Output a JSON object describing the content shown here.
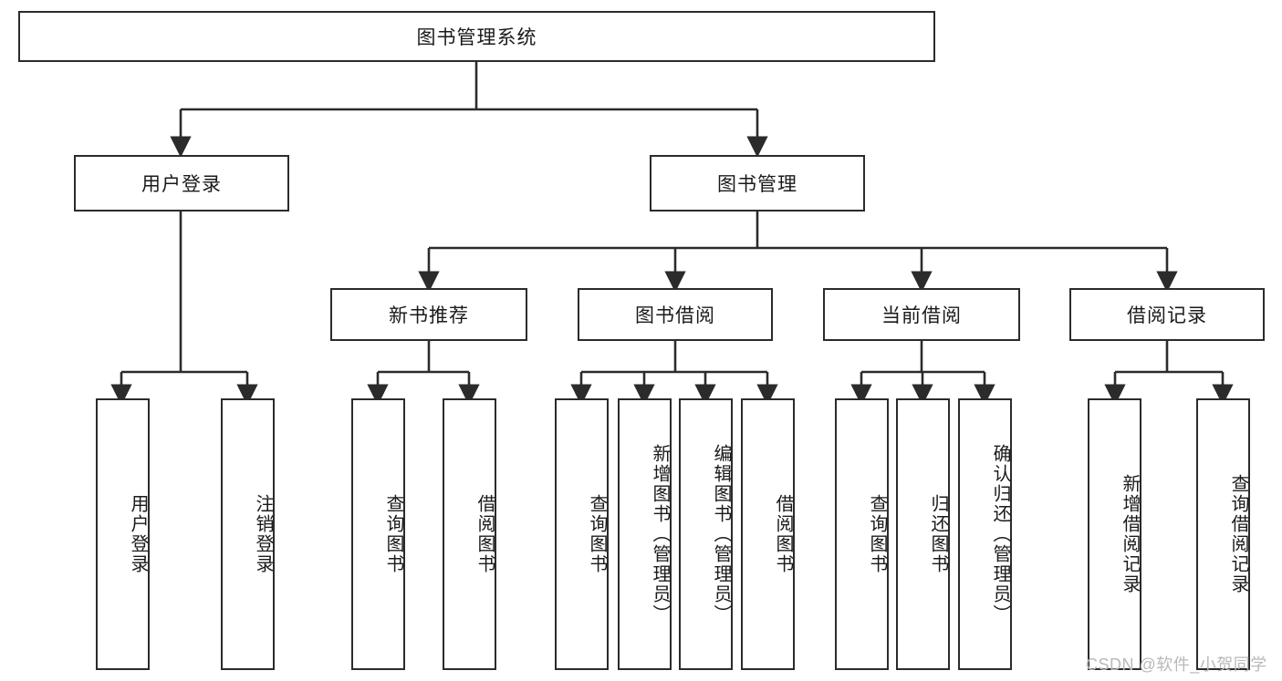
{
  "diagram": {
    "title": "图书管理系统",
    "type": "hierarchy-tree",
    "watermark": "CSDN @软件_小贺同学",
    "colors": {
      "box_border": "#2b2b2b",
      "box_fill": "#ffffff",
      "connector": "#2b2b2b",
      "text": "#1a1a1a",
      "watermark": "#b9b9b9"
    },
    "levels": [
      {
        "level": 1,
        "nodes": [
          {
            "id": "root",
            "label": "图书管理系统",
            "orientation": "horizontal"
          }
        ]
      },
      {
        "level": 2,
        "nodes": [
          {
            "id": "user-login",
            "label": "用户登录",
            "orientation": "horizontal",
            "parent": "root"
          },
          {
            "id": "book-manage",
            "label": "图书管理",
            "orientation": "horizontal",
            "parent": "root"
          }
        ]
      },
      {
        "level": 3,
        "nodes": [
          {
            "id": "new-book-rec",
            "label": "新书推荐",
            "orientation": "horizontal",
            "parent": "book-manage"
          },
          {
            "id": "book-borrow",
            "label": "图书借阅",
            "orientation": "horizontal",
            "parent": "book-manage"
          },
          {
            "id": "current-borrow",
            "label": "当前借阅",
            "orientation": "horizontal",
            "parent": "book-manage"
          },
          {
            "id": "borrow-record",
            "label": "借阅记录",
            "orientation": "horizontal",
            "parent": "book-manage"
          }
        ]
      },
      {
        "level": 4,
        "nodes": [
          {
            "id": "leaf-user-login",
            "label": "用户登录",
            "orientation": "vertical",
            "parent": "user-login"
          },
          {
            "id": "leaf-logout-login",
            "label": "注销登录",
            "orientation": "vertical",
            "parent": "user-login"
          },
          {
            "id": "leaf-query-book-1",
            "label": "查询图书",
            "orientation": "vertical",
            "parent": "new-book-rec"
          },
          {
            "id": "leaf-borrow-book-1",
            "label": "借阅图书",
            "orientation": "vertical",
            "parent": "new-book-rec"
          },
          {
            "id": "leaf-query-book-2",
            "label": "查询图书",
            "orientation": "vertical",
            "parent": "book-borrow"
          },
          {
            "id": "leaf-add-book",
            "label": "新增图书（管理员）",
            "orientation": "vertical",
            "parent": "book-borrow"
          },
          {
            "id": "leaf-edit-book",
            "label": "编辑图书（管理员）",
            "orientation": "vertical",
            "parent": "book-borrow"
          },
          {
            "id": "leaf-borrow-book-2",
            "label": "借阅图书",
            "orientation": "vertical",
            "parent": "book-borrow"
          },
          {
            "id": "leaf-query-book-3",
            "label": "查询图书",
            "orientation": "vertical",
            "parent": "current-borrow"
          },
          {
            "id": "leaf-return-book",
            "label": "归还图书",
            "orientation": "vertical",
            "parent": "current-borrow"
          },
          {
            "id": "leaf-confirm-return",
            "label": "确认归还（管理员）",
            "orientation": "vertical",
            "parent": "current-borrow"
          },
          {
            "id": "leaf-add-record",
            "label": "新增借阅记录",
            "orientation": "vertical",
            "parent": "borrow-record"
          },
          {
            "id": "leaf-query-record",
            "label": "查询借阅记录",
            "orientation": "vertical",
            "parent": "borrow-record"
          }
        ]
      }
    ]
  }
}
